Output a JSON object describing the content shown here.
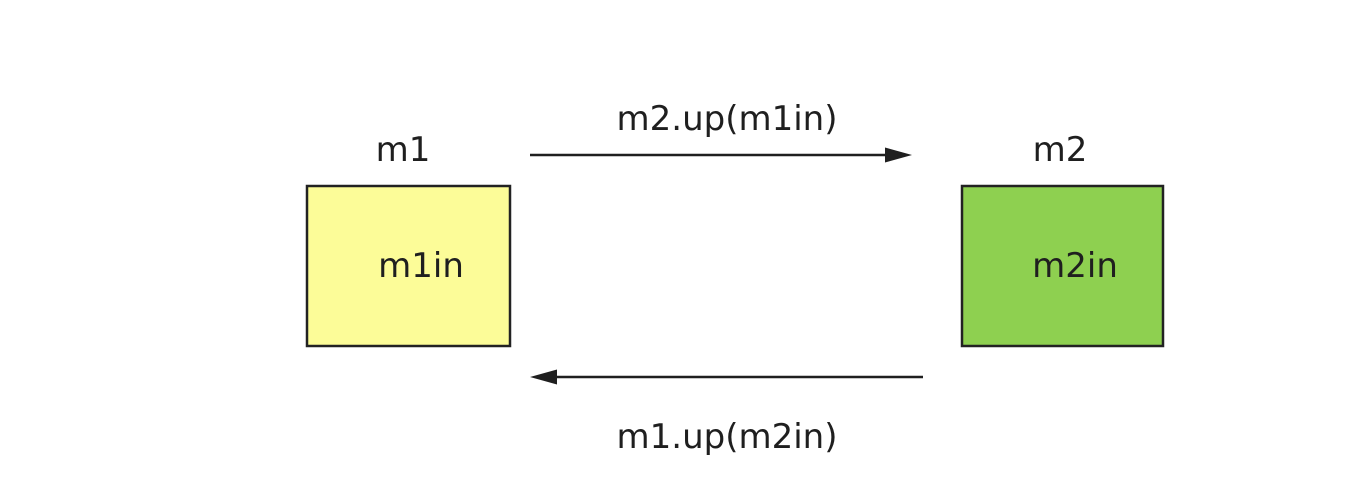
{
  "diagram": {
    "background": "#ffffff",
    "text_color": "#1f1f1f",
    "arrow_color": "#1f1f1f",
    "nodes": [
      {
        "id": "m1",
        "title": "m1",
        "content": "m1in",
        "fill": "#fcfc98",
        "border": "#222222"
      },
      {
        "id": "m2",
        "title": "m2",
        "content": "m2in",
        "fill": "#8ed050",
        "border": "#222222"
      }
    ],
    "edges": [
      {
        "label": "m2.up(m1in)",
        "from": "m1",
        "to": "m2",
        "direction": "right",
        "label_position": "above"
      },
      {
        "label": "m1.up(m2in)",
        "from": "m2",
        "to": "m1",
        "direction": "left",
        "label_position": "below"
      }
    ]
  }
}
